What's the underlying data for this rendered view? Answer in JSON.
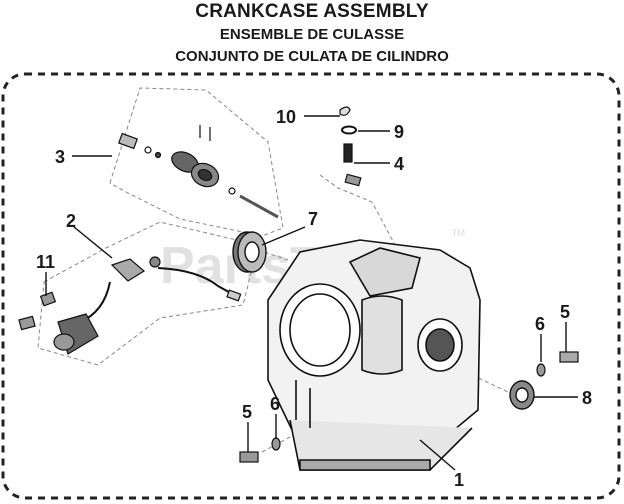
{
  "titles": {
    "english": "CRANKCASE ASSEMBLY",
    "french": "ENSEMBLE DE CULASSE",
    "spanish": "CONJUNTO DE CULATA DE CILINDRO"
  },
  "watermark": {
    "text": "PartsTree",
    "mark": "TM"
  },
  "callouts": {
    "c1": "1",
    "c2": "2",
    "c3": "3",
    "c4": "4",
    "c5a": "5",
    "c5b": "5",
    "c6a": "6",
    "c6b": "6",
    "c7": "7",
    "c8": "8",
    "c9": "9",
    "c10": "10",
    "c11": "11"
  }
}
